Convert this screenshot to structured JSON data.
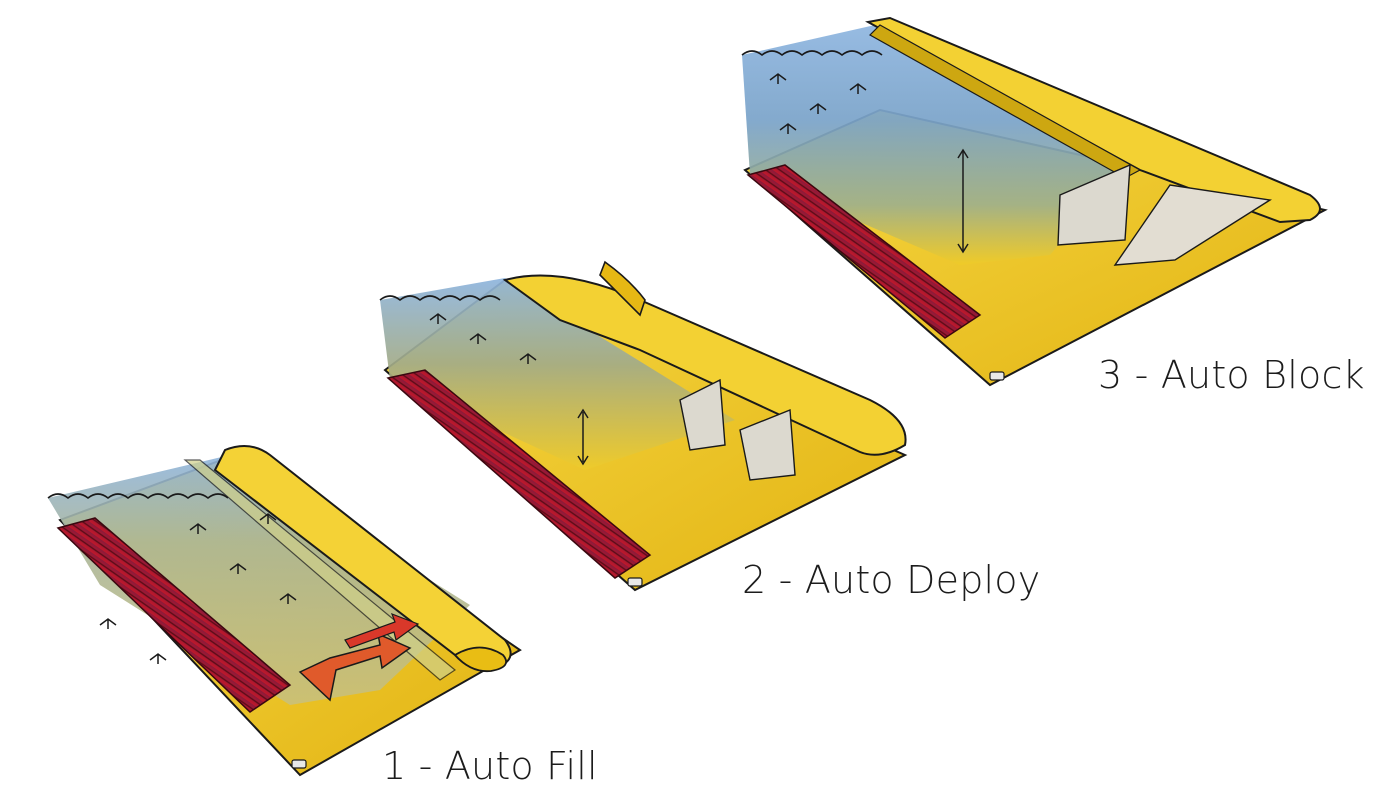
{
  "steps": [
    {
      "label": "1 - Auto Fill"
    },
    {
      "label": "2 - Auto Deploy"
    },
    {
      "label": "3 - Auto Block"
    }
  ],
  "colors": {
    "water": "#8fb4dc",
    "barrier_yellow": "#f2c81e",
    "barrier_shade": "#d9a90f",
    "wall_red": "#b3182d",
    "arrow_red": "#d9382a",
    "outline": "#1a1a1a"
  }
}
